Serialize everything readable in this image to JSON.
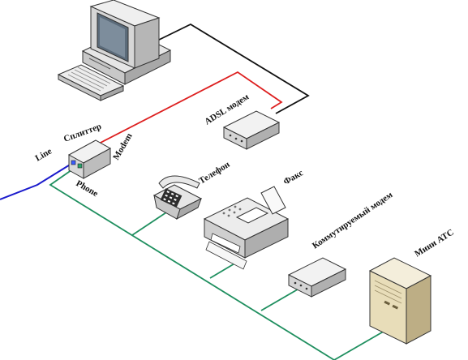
{
  "labels": {
    "line": "Line",
    "splitter": "Сплиттер",
    "modem": "Modem",
    "phone": "Phone",
    "adsl_modem": "ADSL модем",
    "telephone": "Телефон",
    "fax": "Факс",
    "dialup_modem": "Коммутируемый модем",
    "mini_pbx": "Мини АТС"
  },
  "colors": {
    "line_cable": "#1a1acc",
    "modem_cable": "#dd1f1f",
    "phone_cable": "#1f8f5f",
    "data_cable": "#111111"
  }
}
